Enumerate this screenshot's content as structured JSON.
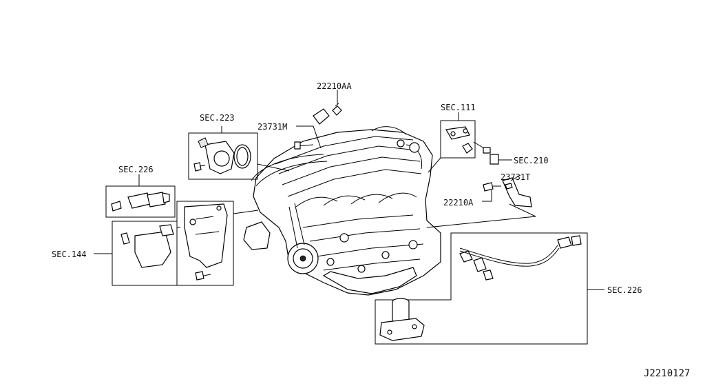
{
  "labels": {
    "p22210AA": "22210AA",
    "p23731M": "23731M",
    "sec223": "SEC.223",
    "sec111": "SEC.111",
    "sec210": "SEC.210",
    "p23731T": "23731T",
    "p22210A": "22210A",
    "sec226_top": "SEC.226",
    "sec144": "SEC.144",
    "sec226_right": "SEC.226",
    "diagram_id": "J2210127"
  }
}
